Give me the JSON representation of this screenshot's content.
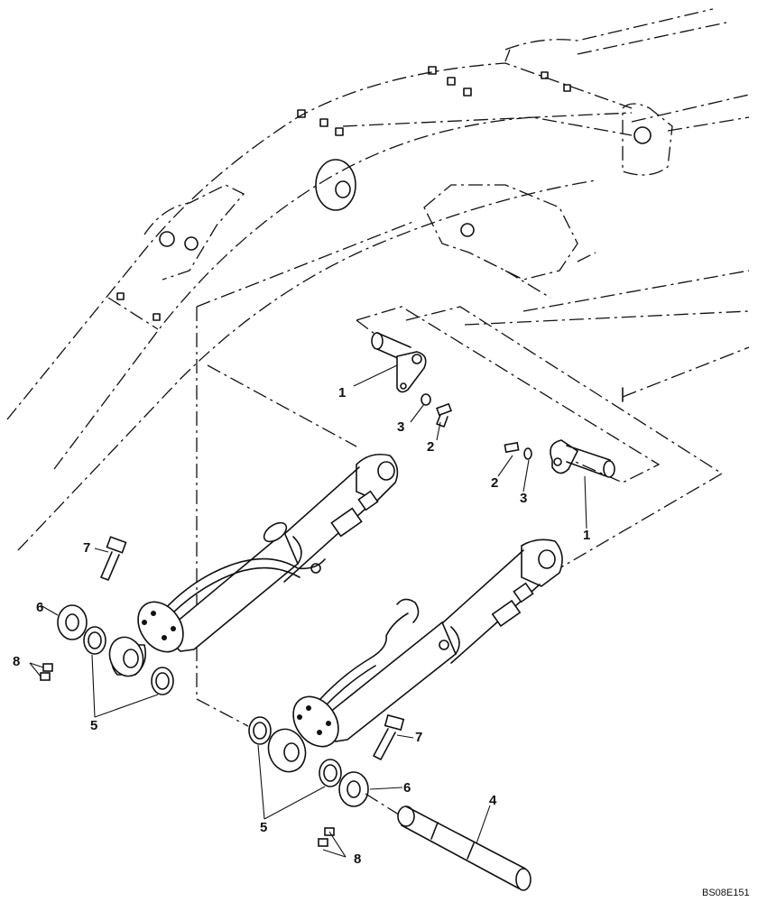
{
  "diagram": {
    "reference_code": "BS08E151",
    "callouts": [
      {
        "id": "c1a",
        "label": "1"
      },
      {
        "id": "c1b",
        "label": "1"
      },
      {
        "id": "c2a",
        "label": "2"
      },
      {
        "id": "c2b",
        "label": "2"
      },
      {
        "id": "c3a",
        "label": "3"
      },
      {
        "id": "c3b",
        "label": "3"
      },
      {
        "id": "c4",
        "label": "4"
      },
      {
        "id": "c5a",
        "label": "5"
      },
      {
        "id": "c5b",
        "label": "5"
      },
      {
        "id": "c6a",
        "label": "6"
      },
      {
        "id": "c6b",
        "label": "6"
      },
      {
        "id": "c7a",
        "label": "7"
      },
      {
        "id": "c7b",
        "label": "7"
      },
      {
        "id": "c8a",
        "label": "8"
      },
      {
        "id": "c8b",
        "label": "8"
      }
    ]
  }
}
